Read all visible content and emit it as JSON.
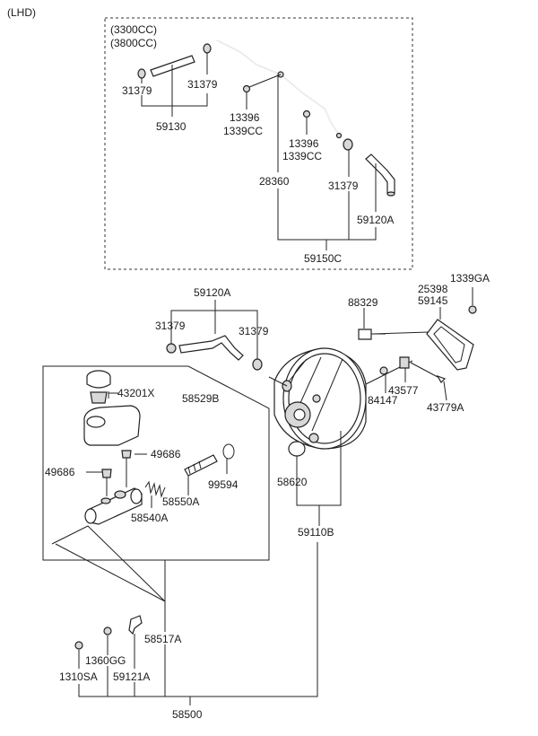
{
  "header": {
    "variant_label": "(LHD)"
  },
  "engine_box": {
    "line1": "(3300CC)",
    "line2": "(3800CC)"
  },
  "labels": {
    "l31379_a": "31379",
    "l31379_b": "31379",
    "l59130": "59130",
    "l13396_a": "13396",
    "l1339cc_a": "1339CC",
    "l13396_b": "13396",
    "l1339cc_b": "1339CC",
    "l28360": "28360",
    "l31379_c": "31379",
    "l59120a_top": "59120A",
    "l59150c": "59150C",
    "l59120a_mid": "59120A",
    "l31379_d": "31379",
    "l31379_e": "31379",
    "l88329": "88329",
    "l25398": "25398",
    "l59145": "59145",
    "l1339ga": "1339GA",
    "l43201x": "43201X",
    "l58529b": "58529B",
    "l84147": "84147",
    "l43577": "43577",
    "l43779a": "43779A",
    "l49686_a": "49686",
    "l49686_b": "49686",
    "l99594": "99594",
    "l58550a": "58550A",
    "l58540a": "58540A",
    "l58620": "58620",
    "l59110b": "59110B",
    "l58517a": "58517A",
    "l1360gg": "1360GG",
    "l1310sa": "1310SA",
    "l59121a": "59121A",
    "l58500": "58500"
  }
}
